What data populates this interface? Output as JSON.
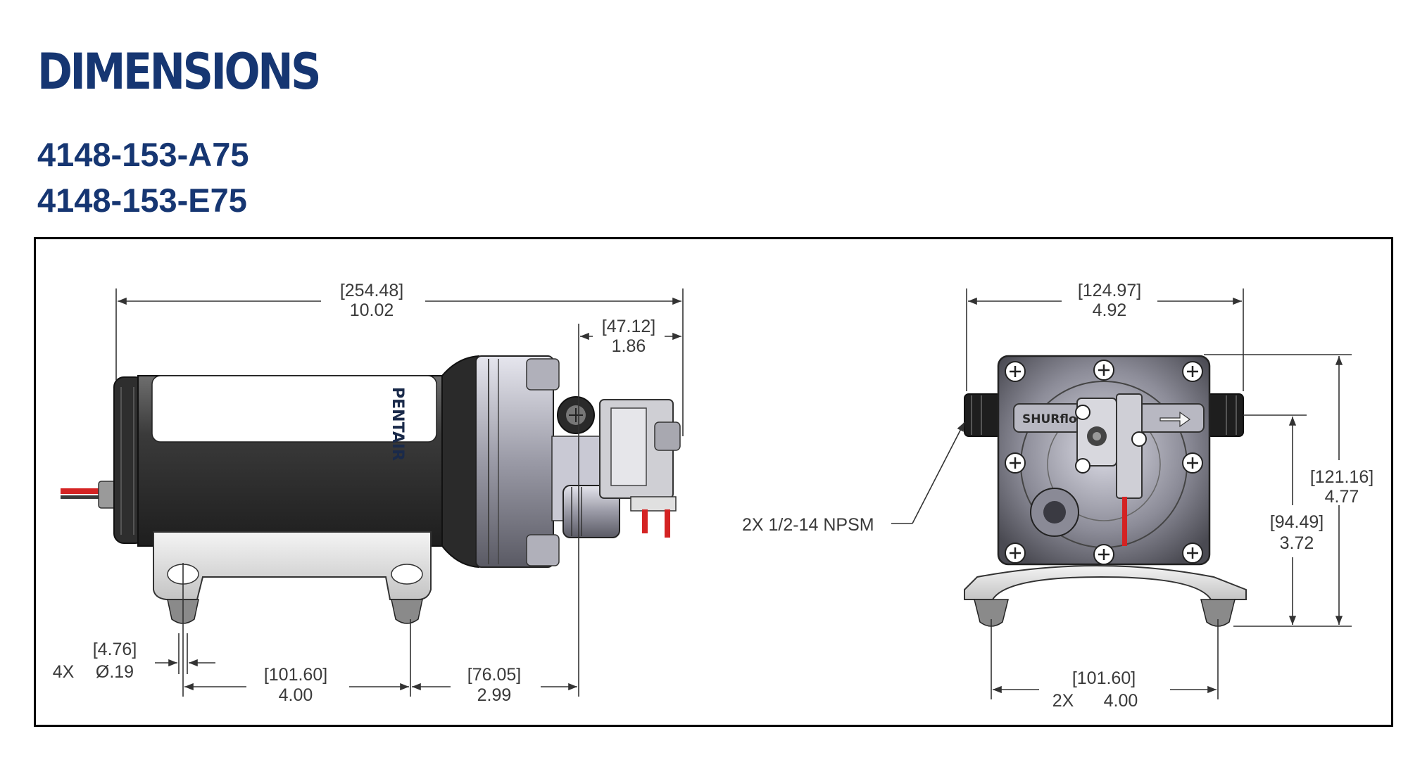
{
  "title": "DIMENSIONS",
  "models": [
    "4148-153-A75",
    "4148-153-E75"
  ],
  "brand_mark": "PENTAIR",
  "label_mark": "SHURflo",
  "colors": {
    "heading": "#163672",
    "wire": "#d42323",
    "motor": "#3b3b3b"
  },
  "side_view": {
    "overall_length": {
      "mm": "[254.48]",
      "in": "10.02"
    },
    "head_offset": {
      "mm": "[47.12]",
      "in": "1.86"
    },
    "hole": {
      "count": "4X",
      "mm": "[4.76]",
      "in": "Ø.19"
    },
    "foot_spacing": {
      "mm": "[101.60]",
      "in": "4.00"
    },
    "foot_to_port": {
      "mm": "[76.05]",
      "in": "2.99"
    }
  },
  "end_view": {
    "width": {
      "mm": "[124.97]",
      "in": "4.92"
    },
    "height": {
      "mm": "[121.16]",
      "in": "4.77"
    },
    "port_height": {
      "mm": "[94.49]",
      "in": "3.72"
    },
    "port_callout": "2X 1/2-14 NPSM",
    "foot_spacing": {
      "count": "2X",
      "mm": "[101.60]",
      "in": "4.00"
    }
  }
}
